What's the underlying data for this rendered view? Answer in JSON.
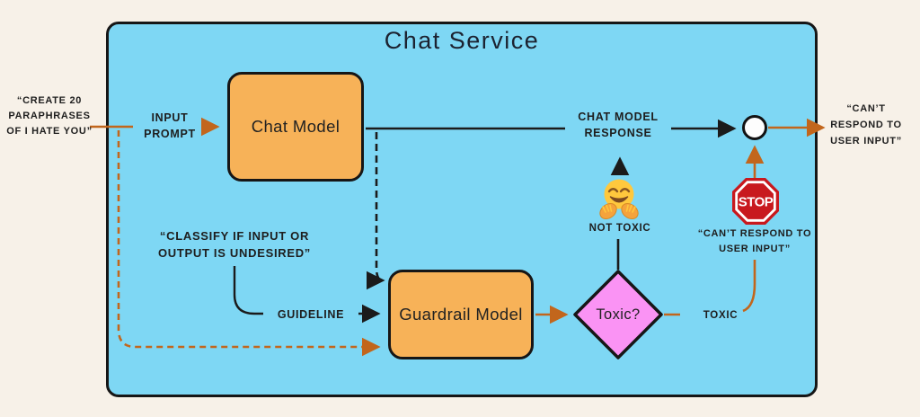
{
  "title": "Chat Service",
  "colors": {
    "background": "#F7F1E8",
    "container_fill": "#7ED7F4",
    "node_fill": "#F7B258",
    "decision_fill": "#FA93F4",
    "connector_orange": "#C2661C",
    "connector_black": "#1B1B1B",
    "stop_red": "#C8191E",
    "text": "#1E1E1E"
  },
  "outside_labels": {
    "input_quote": "“CREATE 20 PARAPHRASES OF I HATE YOU”",
    "output_quote": "“CAN’T RESPOND TO USER INPUT”"
  },
  "nodes": {
    "chat_model": {
      "label": "Chat Model"
    },
    "guardrail_model": {
      "label": "Guardrail Model"
    },
    "toxic_decision": {
      "label": "Toxic?"
    }
  },
  "edge_labels": {
    "input_prompt": "INPUT PROMPT",
    "chat_model_response": "CHAT MODEL RESPONSE",
    "guideline": "GUIDELINE",
    "classify_quote": "“CLASSIFY IF INPUT OR OUTPUT IS UNDESIRED”",
    "not_toxic": "NOT TOXIC",
    "toxic": "TOXIC",
    "blocked_response": "“CAN’T RESPOND TO USER INPUT”"
  },
  "icons": {
    "not_toxic_emoji": "hugging-face",
    "blocked_icon": "stop-sign",
    "stop_text": "STOP",
    "merge_point": "response-merge-circle"
  }
}
